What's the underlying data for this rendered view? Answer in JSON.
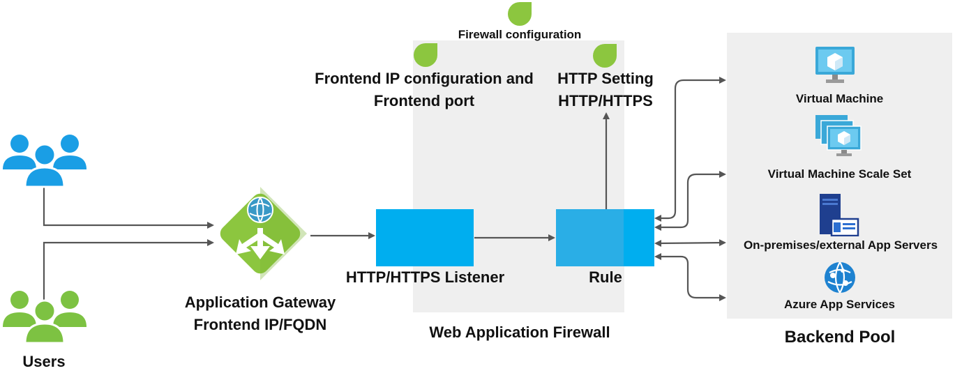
{
  "diagram": {
    "users_label": "Users",
    "gateway_label_line1": "Application Gateway",
    "gateway_label_line2": "Frontend IP/FQDN",
    "listener_label": "HTTP/HTTPS Listener",
    "rule_label": "Rule",
    "waf_label": "Web Application Firewall",
    "firewall_config_label": "Firewall configuration",
    "frontend_ip_label_line1": "Frontend IP configuration and",
    "frontend_ip_label_line2": "Frontend port",
    "http_setting_label_line1": "HTTP Setting",
    "http_setting_label_line2": "HTTP/HTTPS",
    "backend_pool_label": "Backend Pool",
    "backend_items": [
      {
        "label": "Virtual Machine",
        "icon": "virtual-machine-icon"
      },
      {
        "label": "Virtual Machine Scale Set",
        "icon": "vm-scale-set-icon"
      },
      {
        "label": "On-premises/external App Servers",
        "icon": "app-server-icon"
      },
      {
        "label": "Azure App Services",
        "icon": "app-services-icon"
      }
    ]
  },
  "colors": {
    "users_top": "#1a9ee5",
    "users_bottom": "#7dc242",
    "gateway_green": "#8cc63f",
    "listener": "#00aeef",
    "rule": "#2aaee6",
    "panel": "#efefef",
    "callout_dot": "#8cc63f",
    "arrow": "#555555"
  }
}
